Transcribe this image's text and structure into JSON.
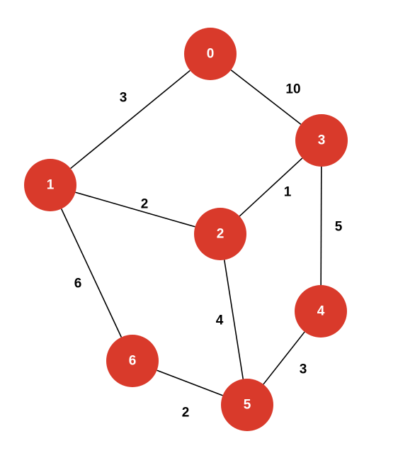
{
  "graph": {
    "node_color": "#d93a2b",
    "label_color": "#ffffff",
    "edge_color": "#000000",
    "nodes": [
      {
        "id": "0",
        "label": "0"
      },
      {
        "id": "1",
        "label": "1"
      },
      {
        "id": "2",
        "label": "2"
      },
      {
        "id": "3",
        "label": "3"
      },
      {
        "id": "4",
        "label": "4"
      },
      {
        "id": "5",
        "label": "5"
      },
      {
        "id": "6",
        "label": "6"
      }
    ],
    "edges": [
      {
        "from": "0",
        "to": "1",
        "weight": "3"
      },
      {
        "from": "0",
        "to": "3",
        "weight": "10"
      },
      {
        "from": "1",
        "to": "2",
        "weight": "2"
      },
      {
        "from": "1",
        "to": "6",
        "weight": "6"
      },
      {
        "from": "3",
        "to": "2",
        "weight": "1"
      },
      {
        "from": "3",
        "to": "4",
        "weight": "5"
      },
      {
        "from": "2",
        "to": "5",
        "weight": "4"
      },
      {
        "from": "4",
        "to": "5",
        "weight": "3"
      },
      {
        "from": "6",
        "to": "5",
        "weight": "2"
      }
    ]
  }
}
